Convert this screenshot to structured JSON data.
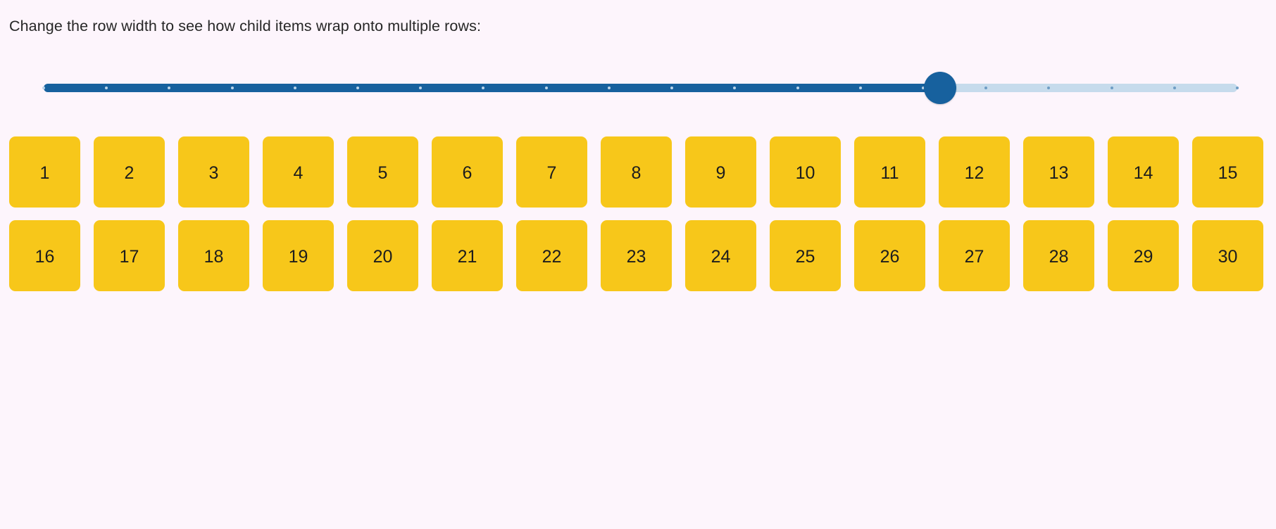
{
  "page": {
    "background_color": "#fdf5fc",
    "instruction": "Change the row width to see how child items wrap onto multiple rows:"
  },
  "slider": {
    "name": "row-width-slider",
    "orientation": "horizontal",
    "min": 1,
    "max": 20,
    "value": 15,
    "tick_count": 20,
    "filled_color": "#17619e",
    "track_color": "#c6dbec",
    "thumb_color": "#17619e",
    "thumb_position_percent": 75
  },
  "tiles": {
    "count": 30,
    "per_row": 15,
    "rows": 2,
    "fill_color": "#f7c71a",
    "text_color": "#1d1d1d",
    "labels": [
      "1",
      "2",
      "3",
      "4",
      "5",
      "6",
      "7",
      "8",
      "9",
      "10",
      "11",
      "12",
      "13",
      "14",
      "15",
      "16",
      "17",
      "18",
      "19",
      "20",
      "21",
      "22",
      "23",
      "24",
      "25",
      "26",
      "27",
      "28",
      "29",
      "30"
    ]
  }
}
